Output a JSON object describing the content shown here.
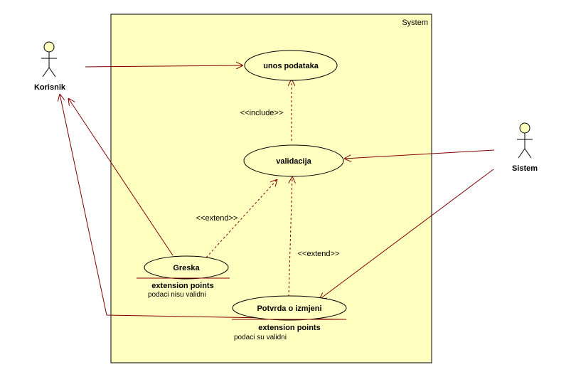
{
  "system": {
    "label": "System"
  },
  "actors": {
    "korisnik": {
      "name": "Korisnik"
    },
    "sistem": {
      "name": "Sistem"
    }
  },
  "use_cases": {
    "unos": {
      "name": "unos podataka"
    },
    "validacija": {
      "name": "validacija"
    },
    "greska": {
      "name": "Greska",
      "ext_title": "extension points",
      "ext_item": "podaci nisu validni"
    },
    "potvrda": {
      "name": "Potvrda o izmjeni",
      "ext_title": "extension points",
      "ext_item": "podaci su validni"
    }
  },
  "relations": {
    "include": "<<include>>",
    "extend_greska": "<<extend>>",
    "extend_potvrda": "<<extend>>"
  },
  "colors": {
    "system_fill": "#ffffc0",
    "line": "#800000",
    "ellipse_fill": "#ffffc0",
    "actor_fill": "#ffffc0"
  }
}
